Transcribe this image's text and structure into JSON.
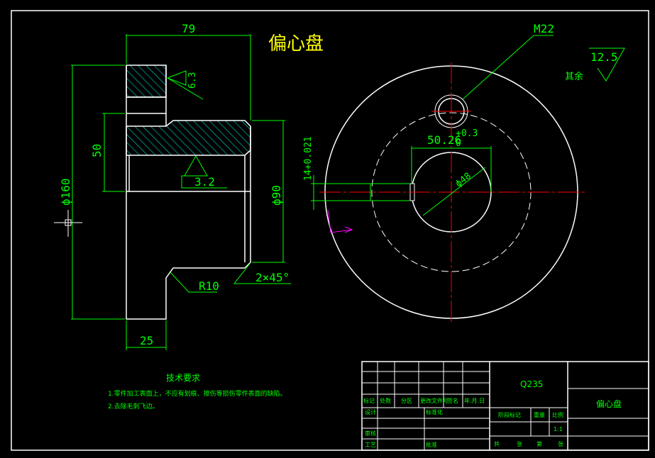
{
  "drawing": {
    "part_title": "偏心盘",
    "colors": {
      "background": "#000000",
      "outline": "#ffffff",
      "dimension": "#00ff00",
      "centerline": "#ff0000",
      "hatch": "#00ffff",
      "title": "#ffff00",
      "ucs": "#ff00ff"
    },
    "section_view": {
      "dim_width": "79",
      "dim_height_50": "50",
      "dim_dia_160": "ϕ160",
      "dim_dia_90": "ϕ90",
      "dim_base_25": "25",
      "dim_radius": "R10",
      "dim_chamfer": "2×45°",
      "roughness_top": "6.3",
      "roughness_hub": "3.2"
    },
    "front_view": {
      "thread_label": "M22",
      "keyway_depth": "50.26",
      "keyway_tol_upper": "+0.3",
      "keyway_tol_lower": "0",
      "keyway_width": "14+0.021",
      "bore_dia": "ϕ48",
      "roughness_rest_label": "其余",
      "roughness_rest_value": "12.5"
    },
    "technical_requirements": {
      "heading": "技术要求",
      "items": [
        "1.零件加工表面上，不应有划痕、擦伤等损伤零件表面的缺陷。",
        "2.去除毛刺飞边。"
      ]
    },
    "title_block": {
      "material": "Q235",
      "part_name": "偏心盘",
      "scale": "1:1",
      "cells": {
        "mark": "标记",
        "count": "处数",
        "zone": "分区",
        "change_doc": "更改文件号",
        "signature": "签名",
        "date": "年.月.日",
        "design": "设计",
        "standardize": "标准化",
        "stage_mark": "阶段标记",
        "weight": "重量",
        "ratio": "比例",
        "review": "审核",
        "process": "工艺",
        "approve": "批准",
        "total": "共",
        "sheets": "张",
        "no": "第",
        "sheet2": "张"
      }
    }
  }
}
